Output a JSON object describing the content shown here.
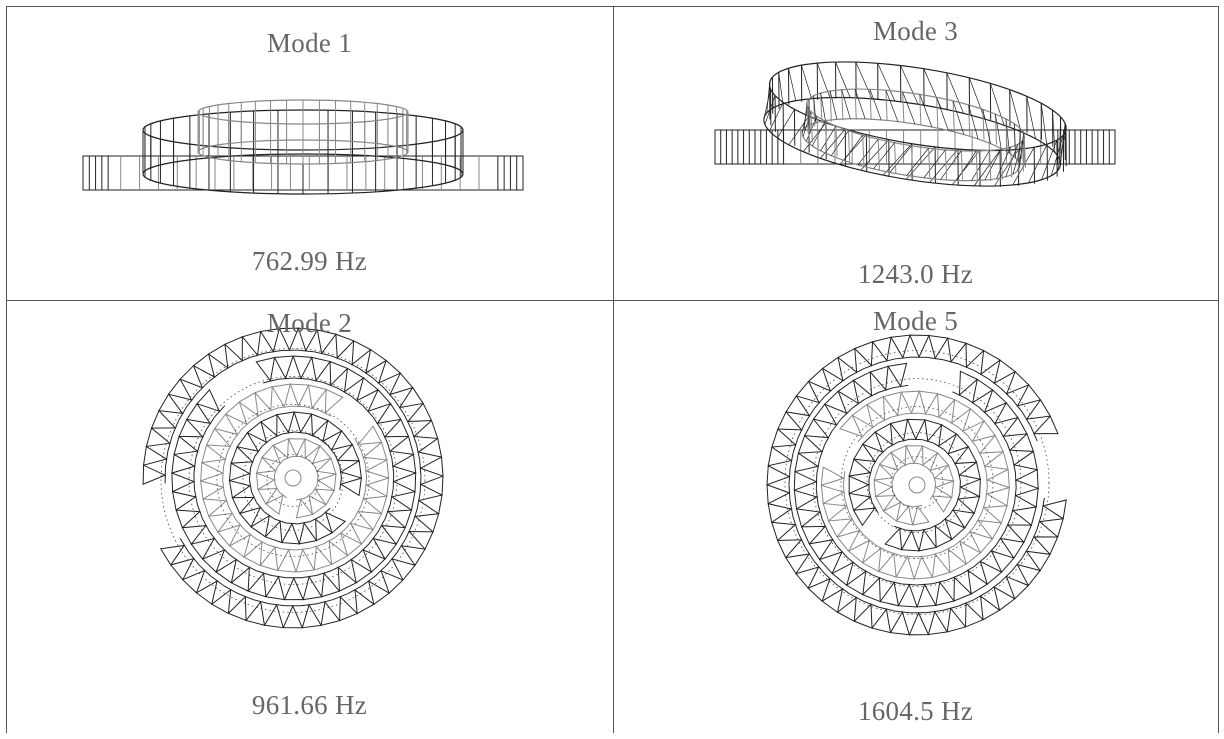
{
  "cells": [
    {
      "title": "Mode 1",
      "frequency": "762.99 Hz",
      "view": "side",
      "tilt": 0
    },
    {
      "title": "Mode 3",
      "frequency": "1243.0 Hz",
      "view": "side",
      "tilt": 1
    },
    {
      "title": "Mode 2",
      "frequency": "961.66 Hz",
      "view": "top",
      "twist": 1
    },
    {
      "title": "Mode 5",
      "frequency": "1604.5 Hz",
      "view": "top",
      "twist": -1
    }
  ],
  "colors": {
    "mesh_dark": "#222222",
    "mesh_gray": "#888888",
    "text": "#666666",
    "border": "#555555"
  }
}
